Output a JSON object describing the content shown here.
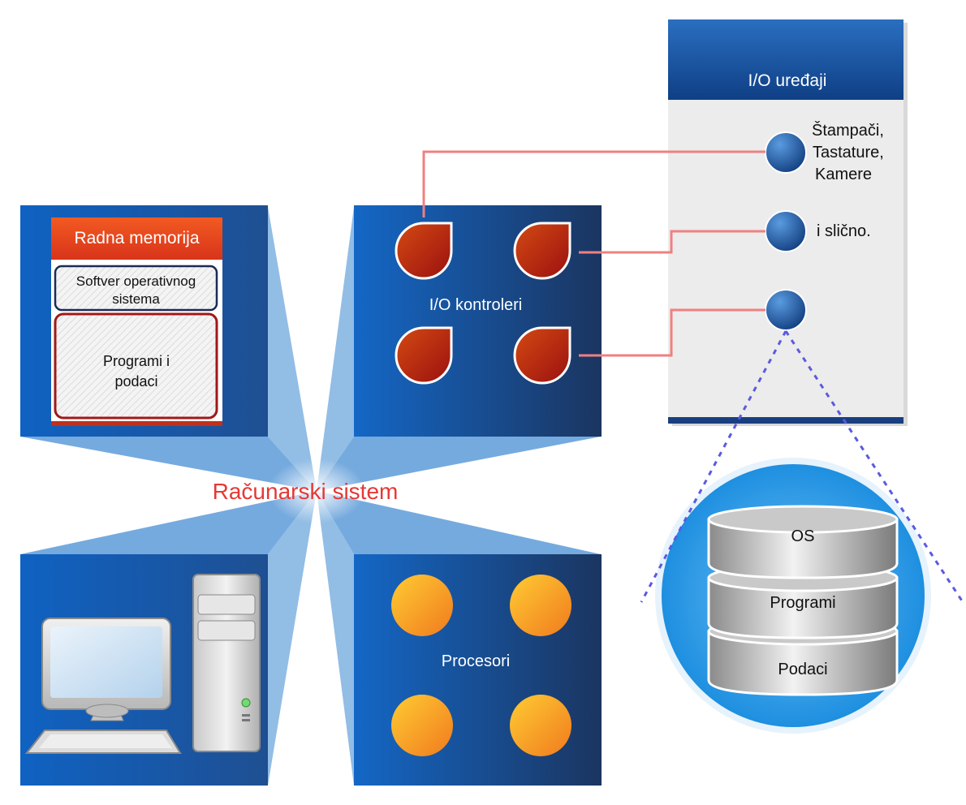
{
  "center": {
    "label": "Računarski sistem"
  },
  "memory": {
    "header": "Radna memorija",
    "os_software": "Softver operativnog sistema",
    "programs_data": "Programi i podaci"
  },
  "io_controllers": {
    "label": "I/O kontroleri"
  },
  "processors": {
    "label": "Procesori"
  },
  "io_devices": {
    "title": "I/O uređaji",
    "items": [
      "Štampači,",
      "Tastature,",
      "Kamere",
      "i slično."
    ]
  },
  "storage": {
    "layers": [
      "OS",
      "Programi",
      "Podaci"
    ]
  },
  "colors": {
    "panel_blue": "#1565c0",
    "memory_header": "#e8401c",
    "center_label": "#e53935",
    "connector": "#f08080",
    "dotted": "#5a5ae0"
  }
}
